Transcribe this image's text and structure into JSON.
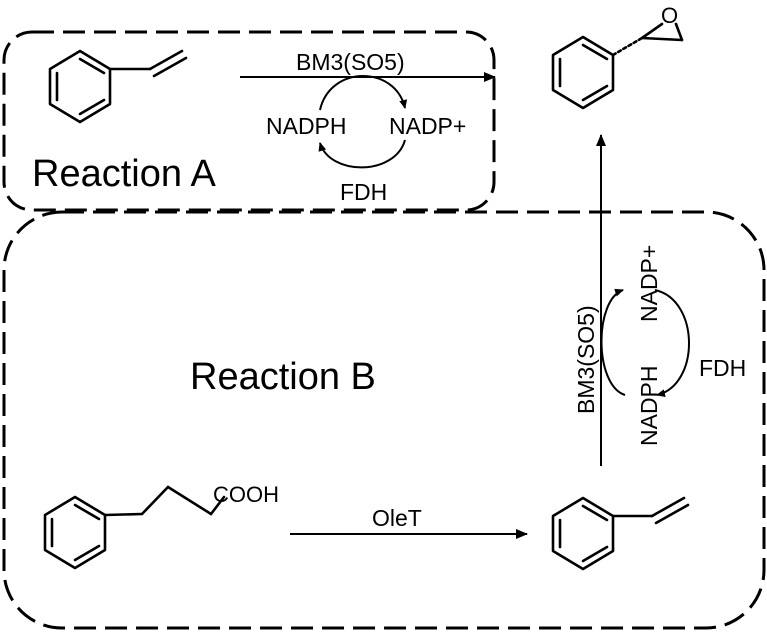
{
  "reaction_a": {
    "title": "Reaction A",
    "enzyme": "BM3(SO5)",
    "cofactor_reduced": "NADPH",
    "cofactor_oxidized": "NADP+",
    "regeneration_enzyme": "FDH"
  },
  "reaction_b": {
    "title": "Reaction B",
    "decarboxylase": "OleT",
    "enzyme": "BM3(SO5)",
    "cofactor_reduced": "NADPH",
    "cofactor_oxidized": "NADP+",
    "regeneration_enzyme": "FDH"
  },
  "molecules": {
    "acid_group": "COOH",
    "epoxide_oxygen": "O"
  }
}
